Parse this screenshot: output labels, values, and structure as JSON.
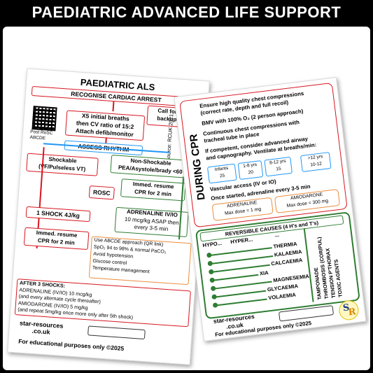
{
  "header": {
    "title": "PAEDIATRIC  ADVANCED LIFE SUPPORT"
  },
  "left_card": {
    "title": "PAEDIATRIC ALS",
    "recognise": "RECOGNISE CARDIAC ARREST",
    "call_backup": [
      "Call for",
      "backup"
    ],
    "breaths": [
      "X5 initial breaths",
      "then CV ratio of 15:2",
      "Attach defib/monitor"
    ],
    "qr_caption": [
      "Post RoSC",
      "ABCDE"
    ],
    "source": [
      "Source:",
      "RCUK 2021"
    ],
    "assess": "ASSESS RHYTHM",
    "shockable": [
      "Shockable",
      "(VF/Pulseless VT)"
    ],
    "non_shockable": [
      "Non-Shockable",
      "PEA/Asystole/brady <60"
    ],
    "rosc": "ROSC",
    "immed_resume_right": [
      "Immed. resume",
      "CPR for 2 min"
    ],
    "adrenaline": [
      "ADRENALINE IV/IO",
      "10 mcg/kg ASAP then",
      "every 3-5 min"
    ],
    "shock": "1 SHOCK 4J/kg",
    "immed_resume_left": [
      "Immed. resume",
      "CPR for 2 min"
    ],
    "post_rosc": [
      "Use ABCDE approach (QR link)",
      "SpO₂ 94 to 98% & normal PaCO₂",
      "Avoid hypotension",
      "Glucose control",
      "Temperature management"
    ],
    "after_shocks": [
      "AFTER 3 SHOCKS:",
      "ADRENALINE (IV/IO) 10 mcg/kg",
      "(and every alternate cycle thereafter)",
      "AMIODARONE (IV/IO) 5 mg/kg",
      "(and repeat 5mg/kg once more only after 5th shock)"
    ],
    "brand": [
      "star-resources",
      ".co.uk"
    ],
    "footer": "For educational purposes only ©2025"
  },
  "right_card": {
    "during_cpr": "DURING CPR",
    "items": [
      "Ensure high quality chest compressions",
      "(correct rate, depth and full recoil)",
      "BMV with 100% O₂ (2 person approach)",
      "Continuous chest compressions with",
      "tracheal tube in place",
      "If competent, consider advanced airway",
      "and capnography. Ventilate at breaths/min:"
    ],
    "rates": [
      {
        "age": "Infants",
        "rate": "25"
      },
      {
        "age": "1-8 yrs",
        "rate": "20"
      },
      {
        "age": "8-12 yrs",
        "rate": "15"
      },
      {
        "age": ">12 yrs",
        "rate": "10-12"
      }
    ],
    "vascular": "Vascular access (IV or IO)",
    "adrenaline_line": "Once started, adrenaline every 3-5 min",
    "adrenaline_box": [
      "ADRENALINE",
      "Max dose = 1 mg"
    ],
    "amiodarone_box": [
      "AMIODARONE",
      "Max dose = 300 mg"
    ],
    "reversible_title": "REVERSIBLE CAUSES (4 H’s and T’s)",
    "hypo": "HYPO...",
    "hyper": "HYPER...",
    "ellipsis": "...",
    "causes": [
      "THERMIA",
      "KALAEMIA",
      "CALCAEMIA",
      "XIA",
      "MAGNESEMIA",
      "GLYCAEMIA",
      "VOLAEMIA"
    ],
    "ts": [
      "TAMPONADE",
      "THROMBOSIS (COR/PUL)",
      "TENSION P'THORAX",
      "TOXIC AGENTS"
    ],
    "brand": [
      "star-resources",
      ".co.uk"
    ],
    "footer": "For educational purposes only ©2025",
    "logo": [
      "S",
      "R"
    ]
  },
  "colors": {
    "red": "#d6161f",
    "green": "#2e7d32",
    "blue": "#2196f3",
    "orange": "#e98d3e",
    "yellow": "#fff5c8"
  }
}
